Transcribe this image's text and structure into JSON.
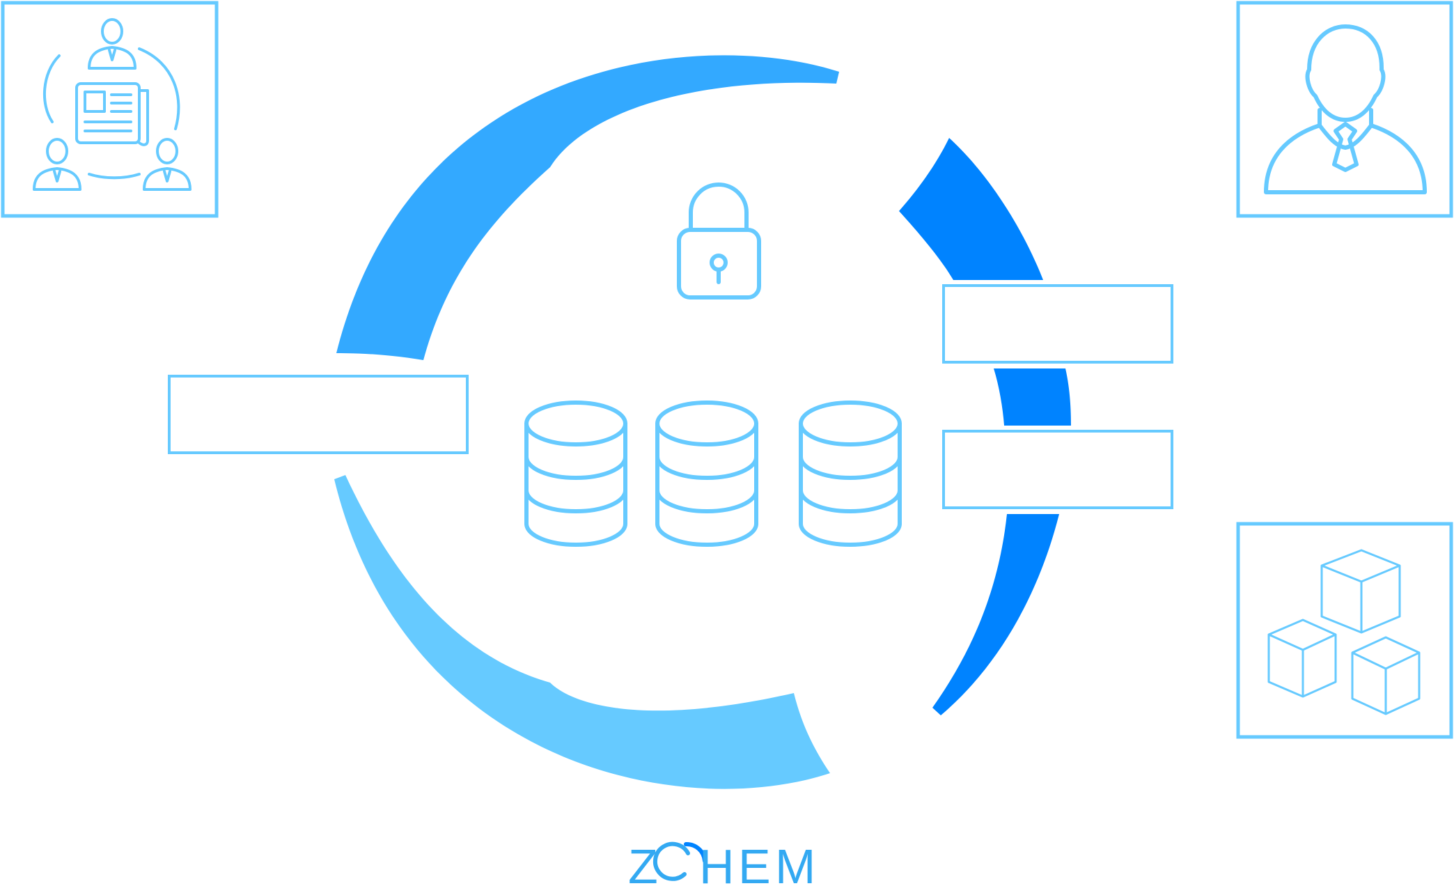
{
  "brand": {
    "letters": [
      "Z",
      "O",
      "H",
      "E",
      "M"
    ],
    "color": "#33A9F2"
  },
  "colors": {
    "outline": "#66CAFF",
    "arc_top_left": "#33A9FF",
    "arc_bottom_left": "#66CAFF",
    "arc_right": "#0083FF",
    "background": "#FFFFFF"
  },
  "label_boxes": [
    {
      "name": "left-label-box",
      "text": ""
    },
    {
      "name": "right-upper-label-box",
      "text": ""
    },
    {
      "name": "right-lower-label-box",
      "text": ""
    }
  ],
  "icons": {
    "top_left": "team-document-icon",
    "top_right": "businessman-icon",
    "bottom_right": "cubes-icon",
    "center_top": "padlock-icon",
    "center": "database-icon"
  }
}
